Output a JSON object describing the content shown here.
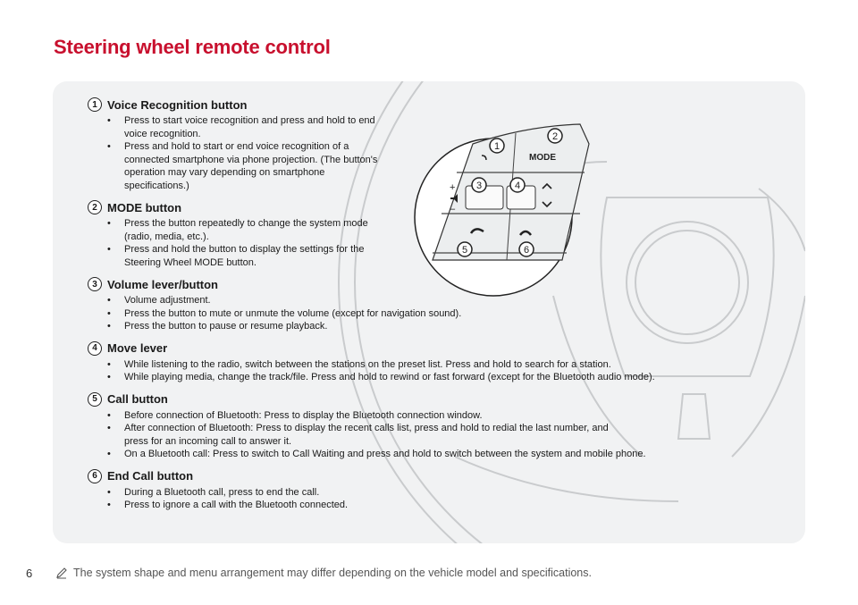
{
  "page": {
    "title": "Steering wheel remote control",
    "page_number": "6",
    "note": "The system shape and menu arrangement may differ depending on the vehicle model and specifications.",
    "note_icon": "pencil-note-icon"
  },
  "illustration": {
    "mode_label": "MODE",
    "markers": [
      "1",
      "2",
      "3",
      "4",
      "5",
      "6"
    ],
    "plus_label": "+",
    "minus_label": "–"
  },
  "items": [
    {
      "number": "1",
      "title": "Voice Recognition button",
      "bullets": [
        "Press to start voice recognition and press and hold to end voice recognition.",
        "Press and hold to start or end voice recognition of a connected smartphone via phone projection. (The button's operation may vary depending on smartphone specifications.)"
      ]
    },
    {
      "number": "2",
      "title": "MODE button",
      "bullets": [
        "Press the button repeatedly to change the system mode (radio, media, etc.).",
        "Press and hold the button to display the settings for the Steering Wheel MODE button."
      ]
    },
    {
      "number": "3",
      "title": "Volume lever/button",
      "bullets": [
        "Volume adjustment.",
        "Press the button to mute or unmute the volume (except for navigation sound).",
        "Press the button to pause or resume playback."
      ]
    },
    {
      "number": "4",
      "title": "Move lever",
      "bullets": [
        "While listening to the radio, switch between the stations on the preset list. Press and hold to search for a station.",
        "While playing media, change the track/file. Press and hold to rewind or fast forward (except for the Bluetooth audio mode)."
      ]
    },
    {
      "number": "5",
      "title": "Call button",
      "bullets": [
        "Before connection of Bluetooth: Press to display the Bluetooth connection window.",
        "After connection of Bluetooth: Press to display the recent calls list, press and hold to redial the last number, and press for an incoming call to answer it.",
        "On a Bluetooth call: Press to switch to Call Waiting and press and hold to switch between the system and mobile phone."
      ]
    },
    {
      "number": "6",
      "title": "End Call button",
      "bullets": [
        "During a Bluetooth call, press to end the call.",
        "Press to ignore a call with the Bluetooth connected."
      ]
    }
  ]
}
